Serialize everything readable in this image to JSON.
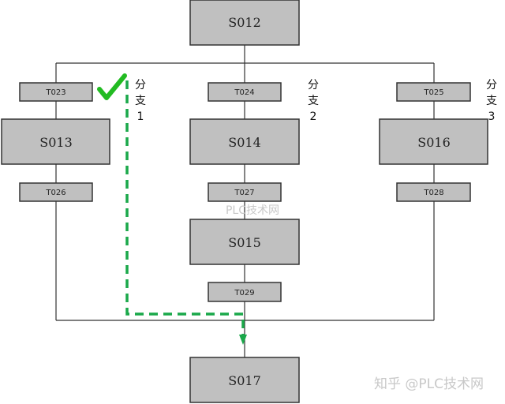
{
  "steps": {
    "s012": "S012",
    "s013": "S013",
    "s014": "S014",
    "s015": "S015",
    "s016": "S016",
    "s017": "S017"
  },
  "transitions": {
    "t023": "T023",
    "t024": "T024",
    "t025": "T025",
    "t026": "T026",
    "t027": "T027",
    "t028": "T028",
    "t029": "T029"
  },
  "branches": [
    {
      "c1": "分",
      "c2": "支",
      "c3": "1"
    },
    {
      "c1": "分",
      "c2": "支",
      "c3": "2"
    },
    {
      "c1": "分",
      "c2": "支",
      "c3": "3"
    }
  ],
  "colors": {
    "active_path": "#1aa84a",
    "check": "#22bb22",
    "box": "#c0c0c0"
  },
  "watermark_center": "PLC技术网",
  "watermark_corner": "知乎 @PLC技术网"
}
